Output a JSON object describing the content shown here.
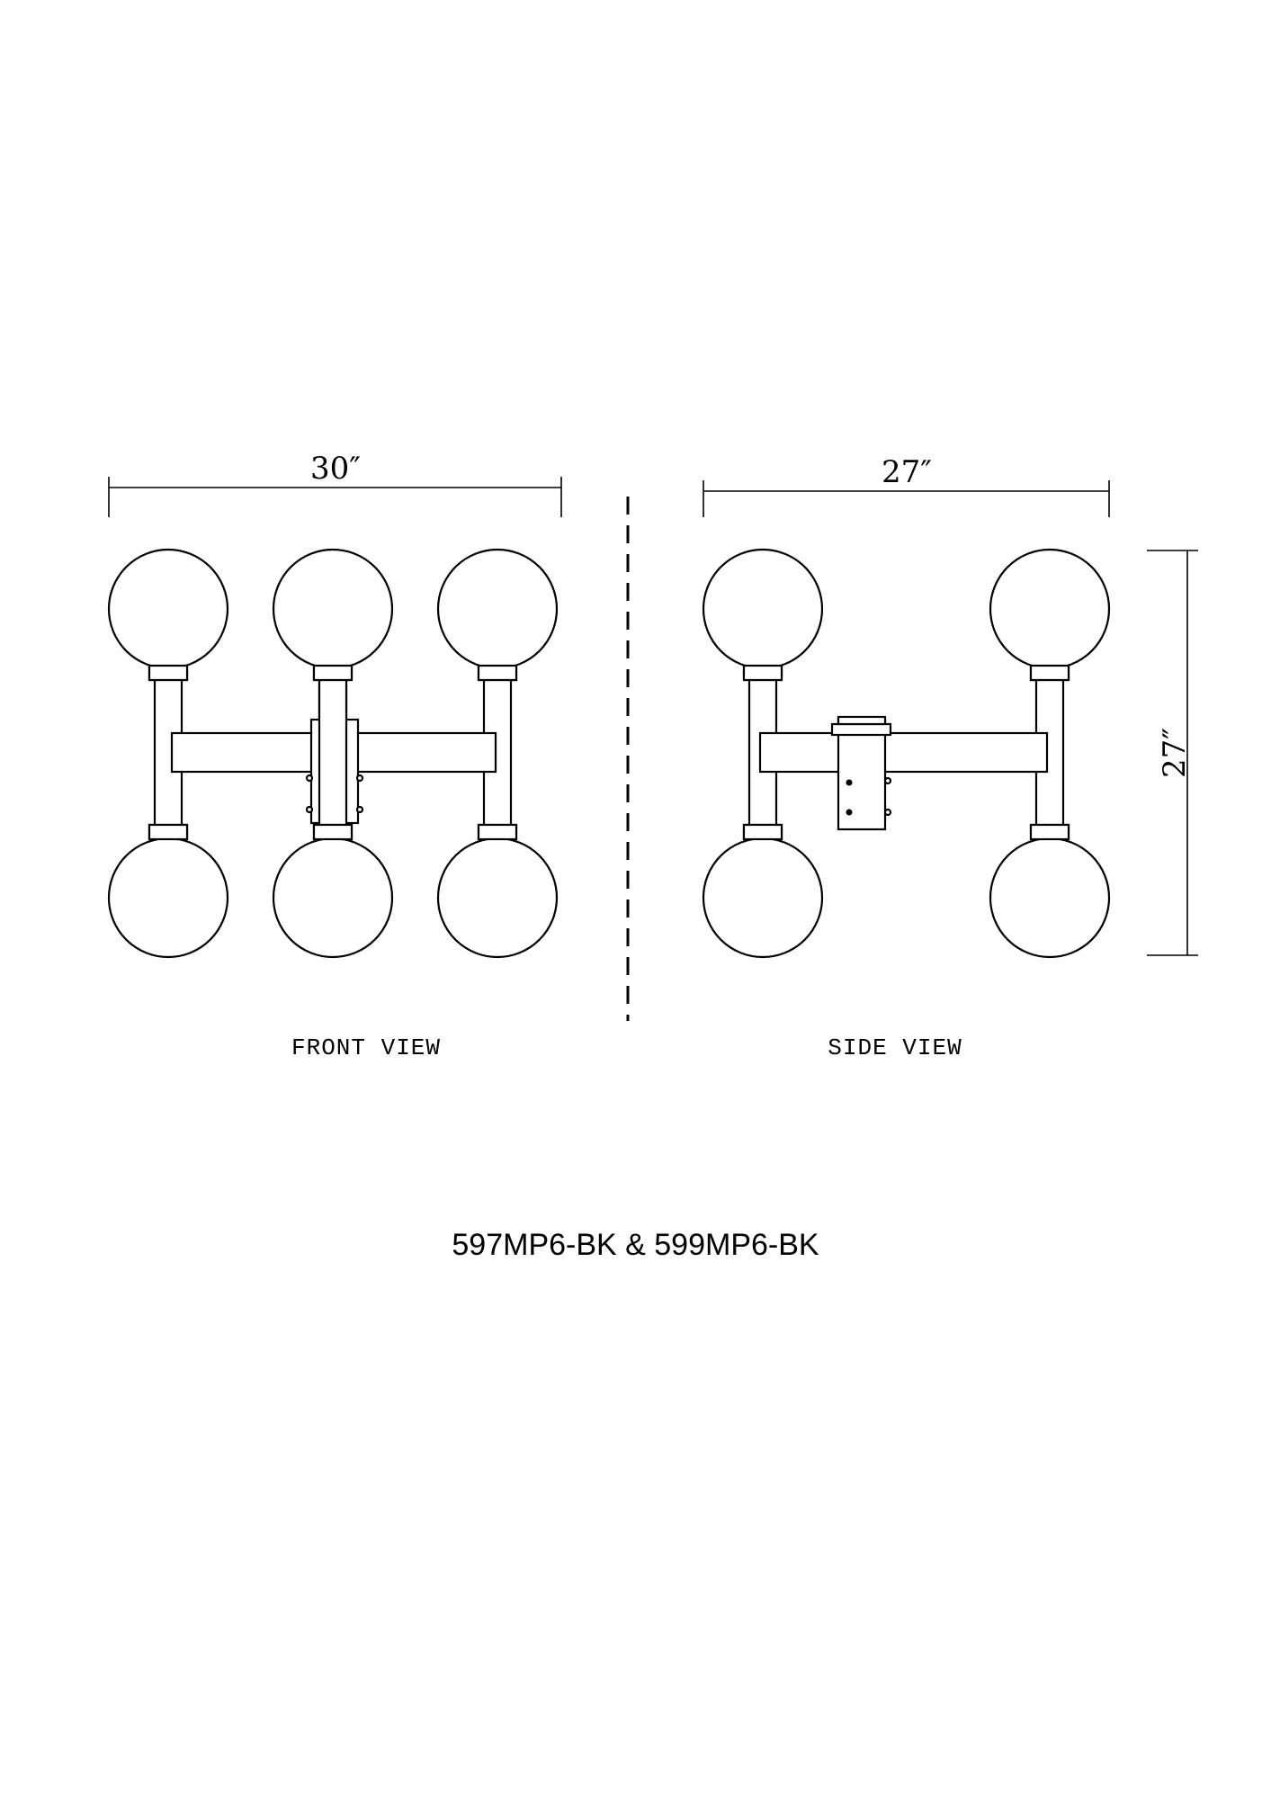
{
  "front_view": {
    "width_label": "30″",
    "caption": "FRONT VIEW"
  },
  "side_view": {
    "width_label": "27″",
    "height_label": "27″",
    "caption": "SIDE VIEW"
  },
  "model_number": "597MP6-BK & 599MP6-BK"
}
